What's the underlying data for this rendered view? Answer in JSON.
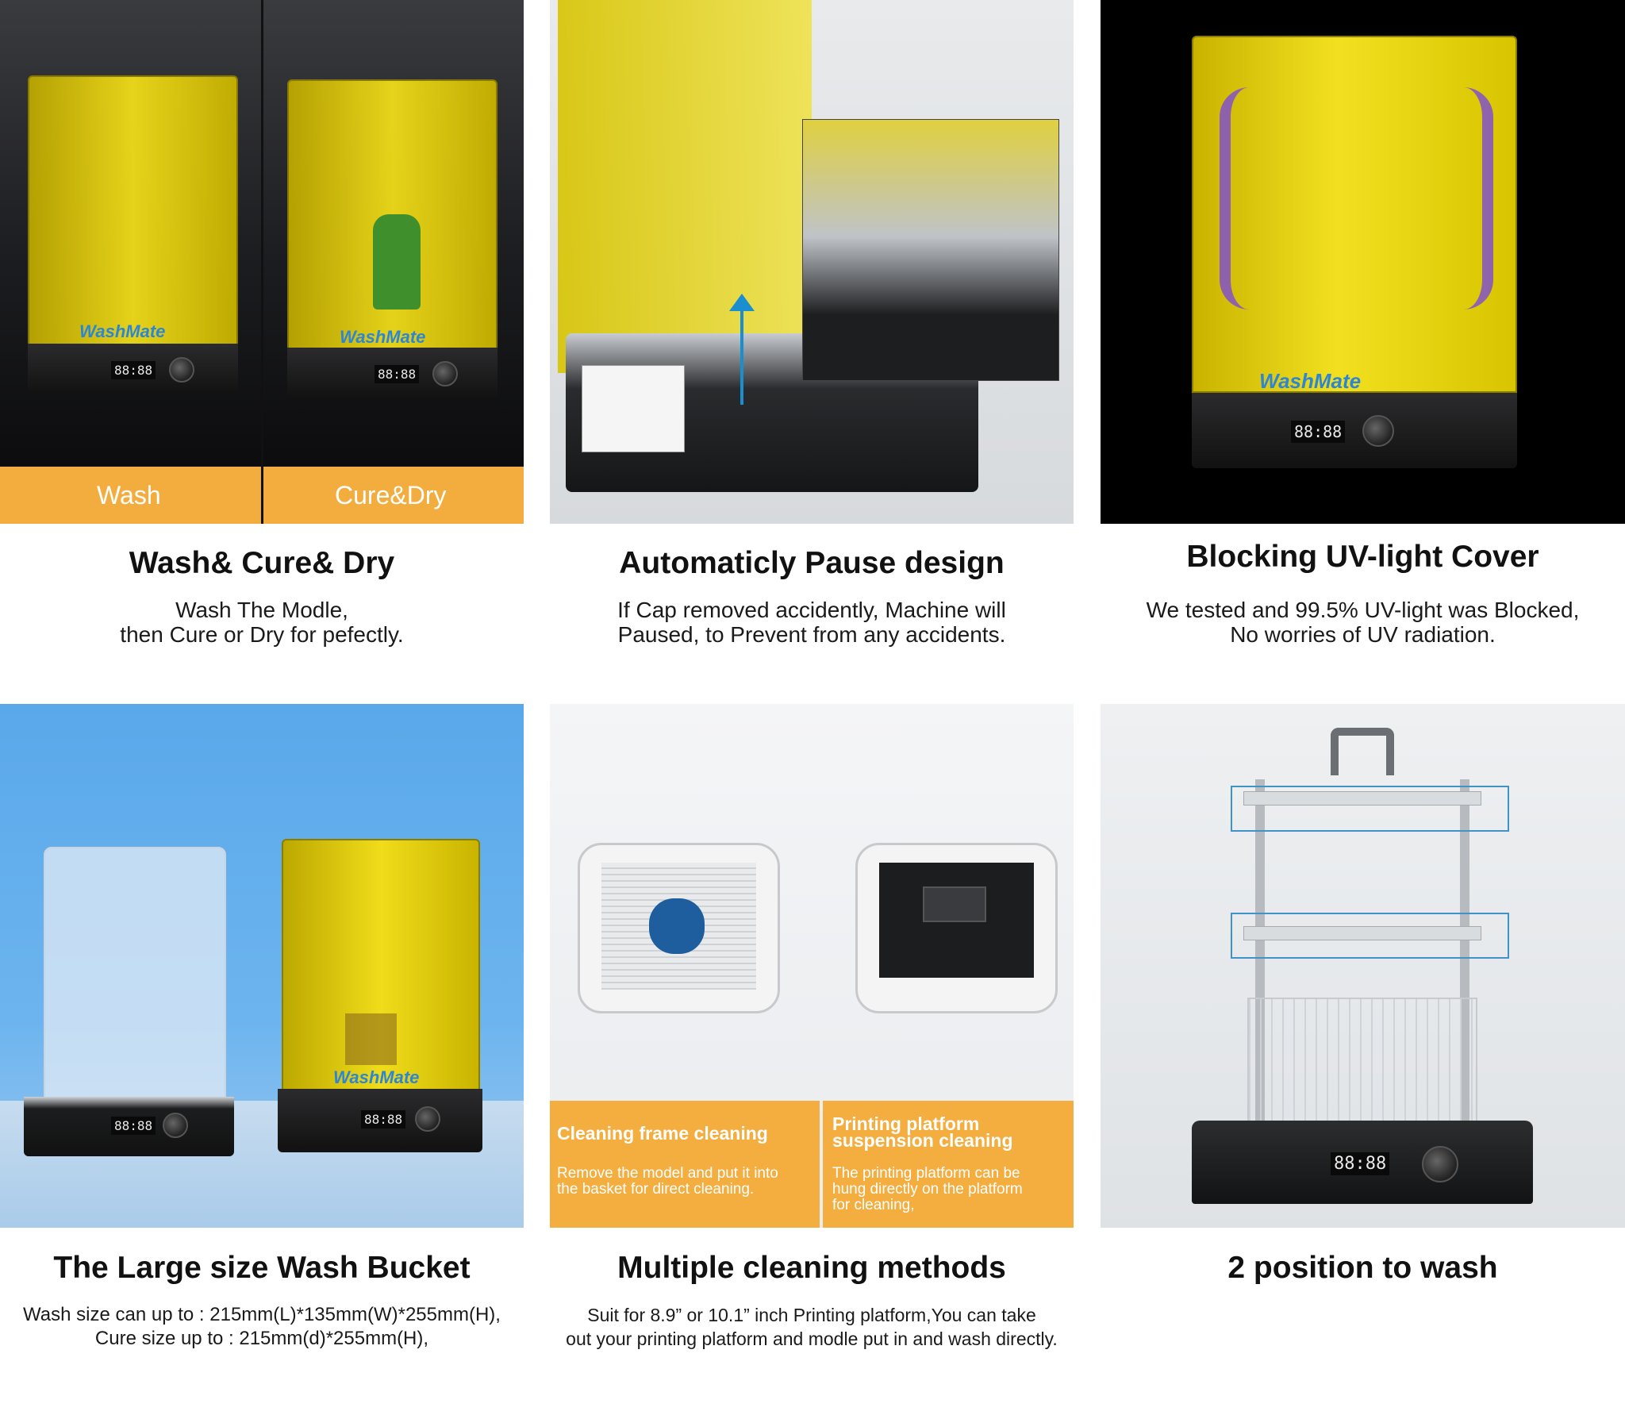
{
  "panels": [
    {
      "title": "Wash& Cure& Dry",
      "desc": [
        "Wash The Modle,",
        "then Cure or Dry for pefectly."
      ],
      "labels": [
        "Wash",
        "Cure&Dry"
      ],
      "brand": "WashMate",
      "display": "88:88"
    },
    {
      "title": "Automaticly Pause design",
      "desc": [
        "If Cap removed accidently, Machine will",
        "Paused, to Prevent from any  accidents."
      ]
    },
    {
      "title": "Blocking UV-light Cover",
      "desc": [
        "We tested and 99.5% UV-light was Blocked,",
        "No worries of UV radiation."
      ],
      "brand": "WashMate",
      "display": "88:88"
    },
    {
      "title": "The Large size Wash Bucket",
      "desc": [
        "Wash size can up to : 215mm(L)*135mm(W)*255mm(H),",
        "Cure size up to : 215mm(d)*255mm(H),"
      ],
      "brand": "WashMate",
      "display": "88:88"
    },
    {
      "title": "Multiple cleaning methods",
      "desc": [
        "Suit for 8.9” or 10.1” inch Printing platform,You can take",
        "out your printing platform and modle put in and wash directly."
      ],
      "overlays": [
        {
          "title": [
            "Cleaning frame cleaning"
          ],
          "text": [
            "Remove the model and put it into",
            "the basket for direct cleaning."
          ]
        },
        {
          "title": [
            "Printing platform",
            "suspension cleaning"
          ],
          "text": [
            "The printing platform can be",
            "hung directly on the platform",
            "for cleaning,"
          ]
        }
      ]
    },
    {
      "title": "2 position to wash",
      "display": "88:88"
    }
  ],
  "colors": {
    "accent_orange": "#f3ad3e",
    "cover_yellow": "#e8d317",
    "brand_blue": "#2d86d4",
    "highlight_blue": "#3f93c7"
  }
}
